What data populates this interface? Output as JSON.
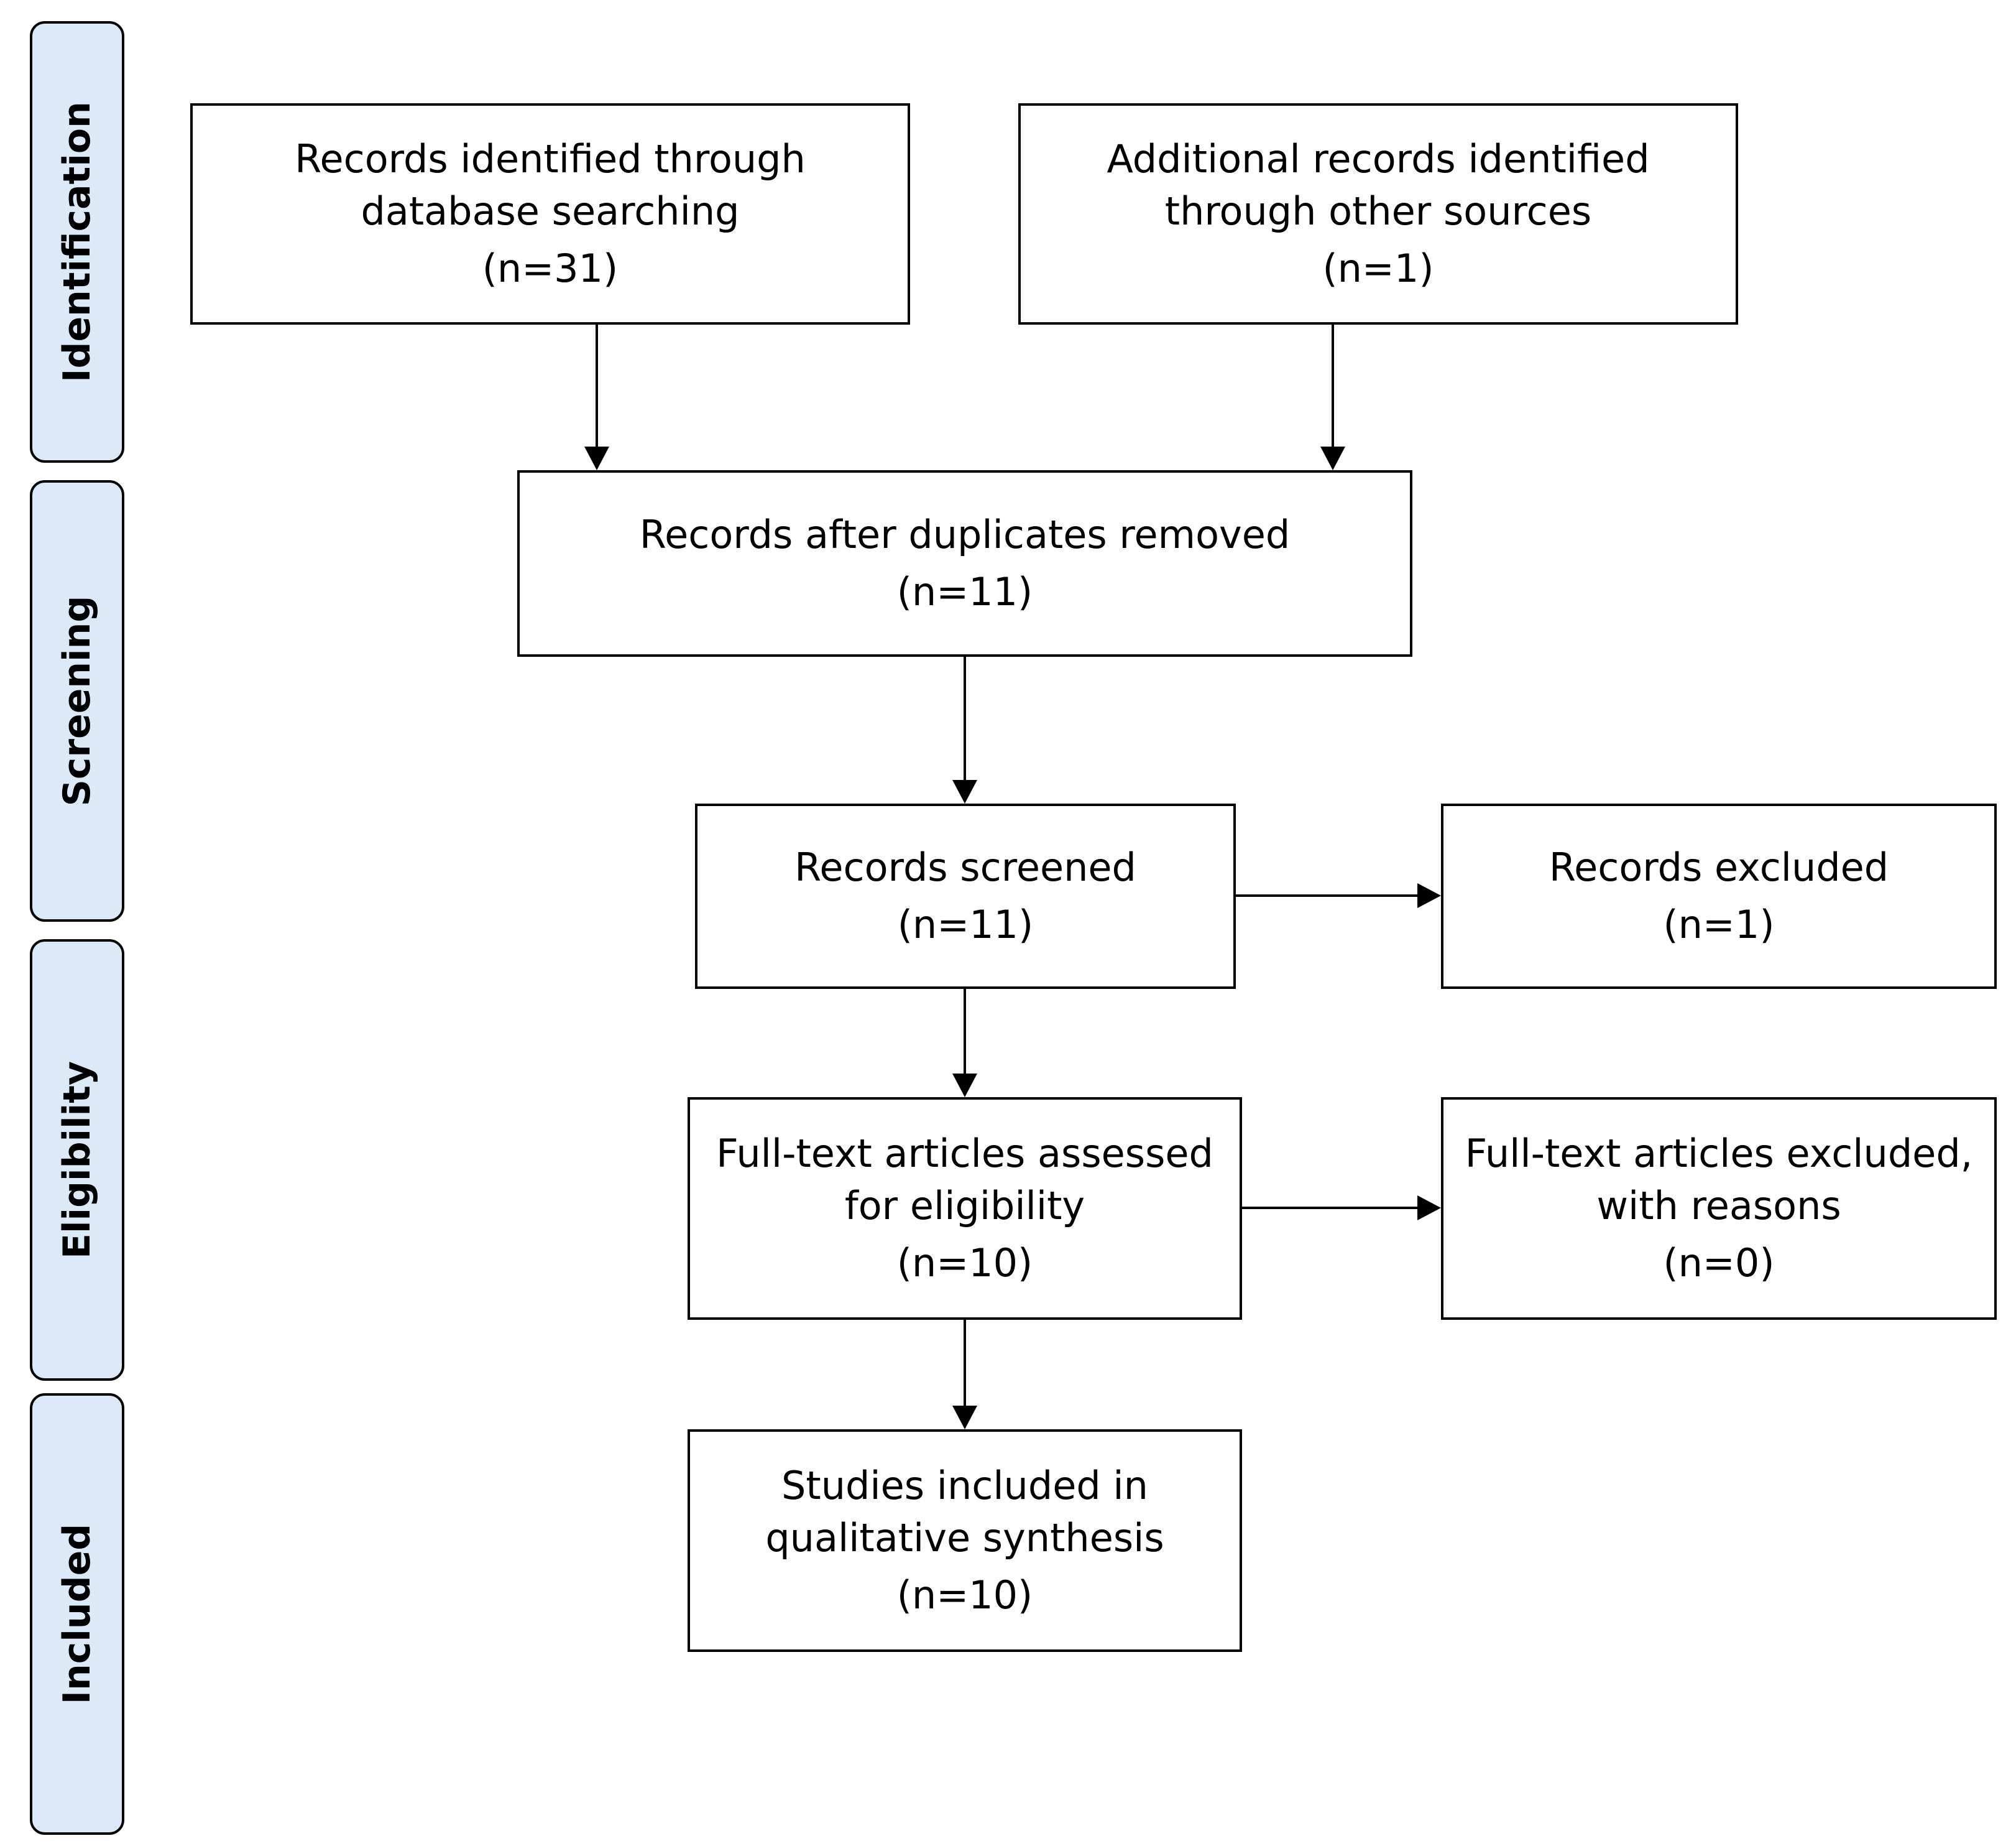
{
  "phases": [
    {
      "id": "identification",
      "label": "Identification"
    },
    {
      "id": "screening",
      "label": "Screening"
    },
    {
      "id": "eligibility",
      "label": "Eligibility"
    },
    {
      "id": "included",
      "label": "Included"
    }
  ],
  "boxes": {
    "database": {
      "line1": "Records identified through",
      "line2": "database searching",
      "count": "(n=31)"
    },
    "other_sources": {
      "line1": "Additional records identified",
      "line2": "through other sources",
      "count": "(n=1)"
    },
    "duplicates_removed": {
      "line1": "Records after duplicates removed",
      "count": "(n=11)"
    },
    "screened": {
      "line1": "Records screened",
      "count": "(n=11)"
    },
    "excluded": {
      "line1": "Records excluded",
      "count": "(n=1)"
    },
    "fulltext_assessed": {
      "line1": "Full-text articles assessed",
      "line2": "for eligibility",
      "count": "(n=10)"
    },
    "fulltext_excluded": {
      "line1": "Full-text articles excluded,",
      "line2": "with reasons",
      "count": "(n=0)"
    },
    "included": {
      "line1": "Studies included in",
      "line2": "qualitative synthesis",
      "count": "(n=10)"
    }
  }
}
